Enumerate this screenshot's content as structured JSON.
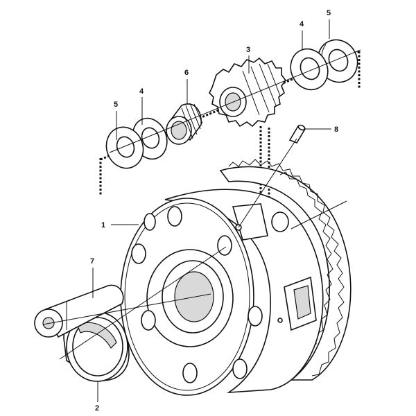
{
  "diagram": {
    "callouts": {
      "c1": "1",
      "c2": "2",
      "c3": "3",
      "c4a": "4",
      "c4b": "4",
      "c5a": "5",
      "c5b": "5",
      "c6": "6",
      "c7": "7",
      "c8": "8"
    }
  }
}
